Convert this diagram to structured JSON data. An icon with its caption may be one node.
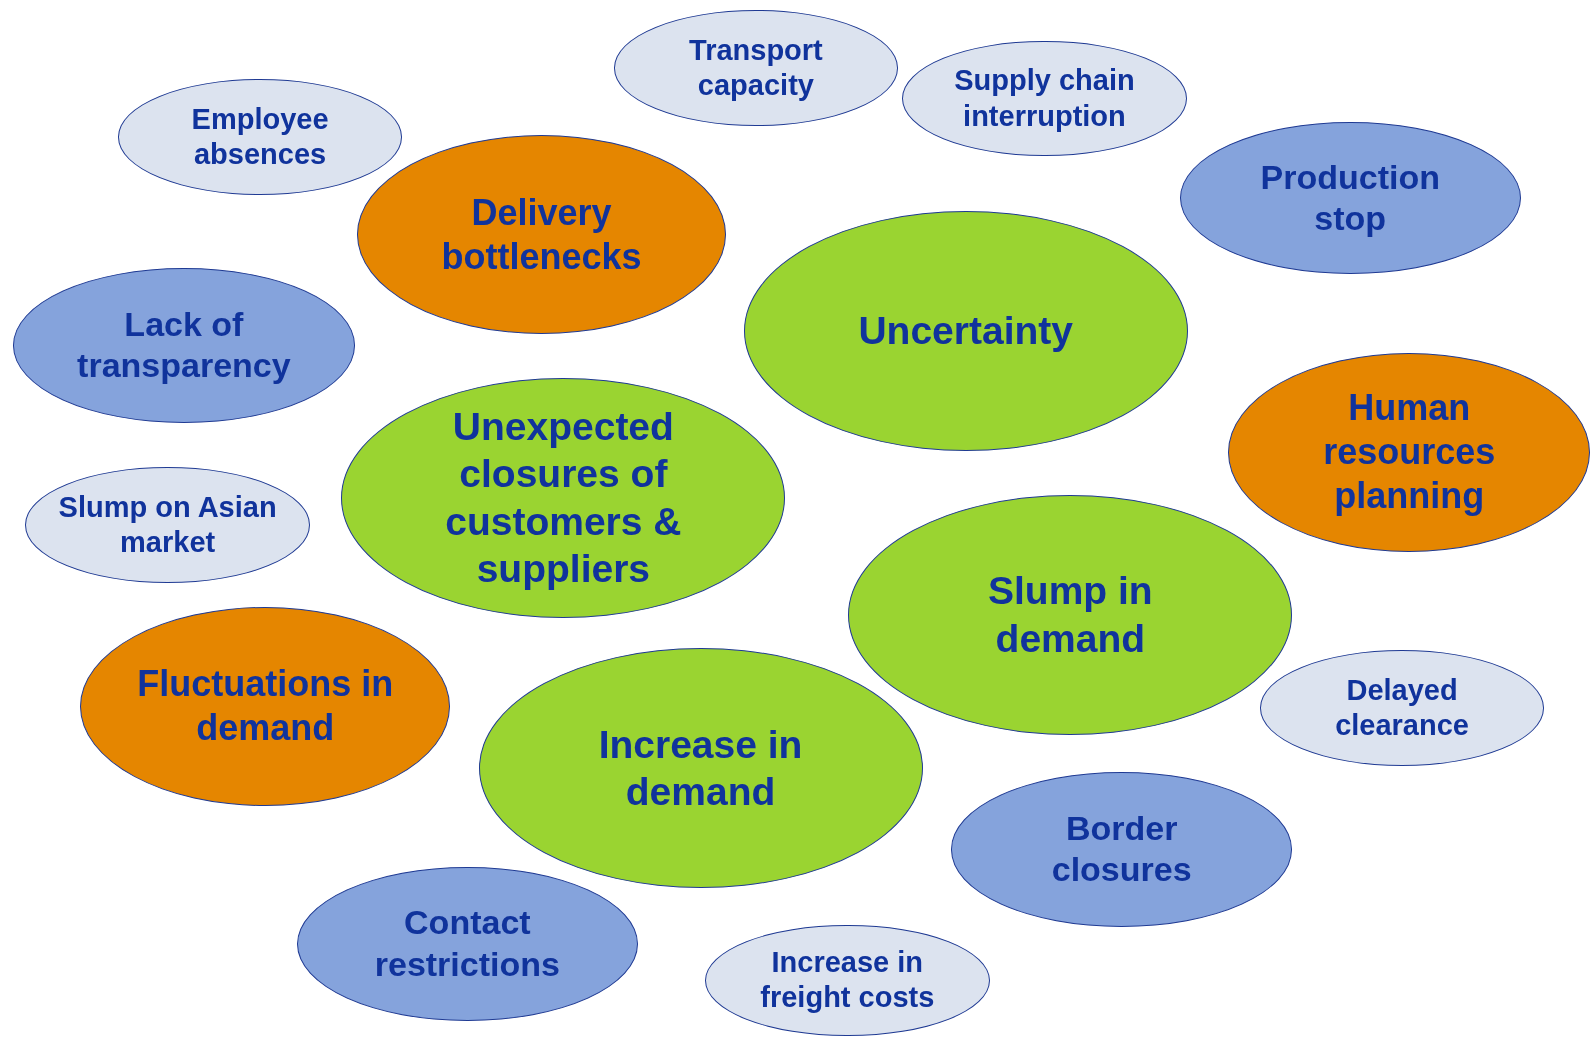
{
  "diagram": {
    "nodes": [
      {
        "text": [
          "Transport capacity"
        ]
      },
      {
        "text": [
          "Supply chain interruption"
        ]
      },
      {
        "text": [
          "Employee absences"
        ]
      },
      {
        "text": [
          "Production stop"
        ]
      },
      {
        "text": [
          "Delivery bottlenecks"
        ]
      },
      {
        "text": [
          "Uncertainty"
        ]
      },
      {
        "text": [
          "Lack of transparency"
        ]
      },
      {
        "text": [
          "Human resources planning"
        ]
      },
      {
        "text": [
          "Unexpected closures of customers & suppliers"
        ]
      },
      {
        "text": [
          "Slump on Asian market"
        ]
      },
      {
        "text": [
          "Slump in demand"
        ]
      },
      {
        "text": [
          "Fluctuations in demand"
        ]
      },
      {
        "text": [
          "Increase in demand"
        ]
      },
      {
        "text": [
          "Delayed clearance"
        ]
      },
      {
        "text": [
          "Border closures"
        ]
      },
      {
        "text": [
          "Contact restrictions"
        ]
      },
      {
        "text": [
          "Increase in freight costs"
        ]
      }
    ]
  }
}
